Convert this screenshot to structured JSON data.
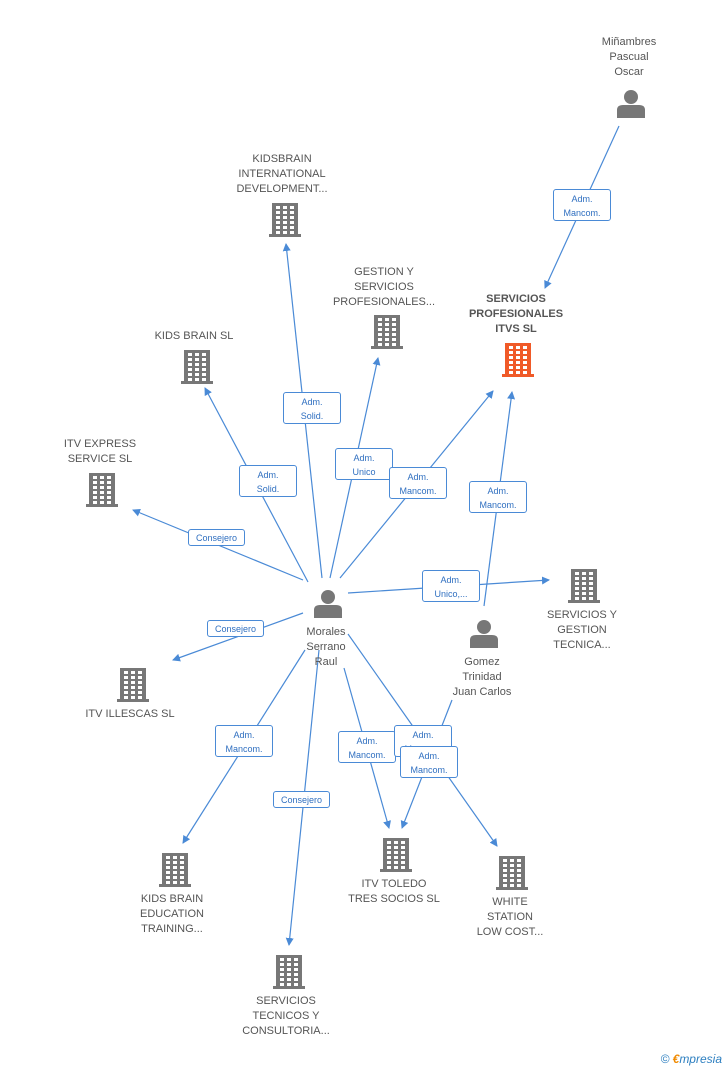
{
  "colors": {
    "edge": "#4a8ad6",
    "node": "#777777",
    "focus": "#f05a28"
  },
  "nodes": [
    {
      "id": "minambres",
      "type": "person",
      "label": "Miñambres\nPascual\nOscar"
    },
    {
      "id": "servicios_itvs",
      "type": "company",
      "label": "SERVICIOS\nPROFESIONALES\nITVS SL",
      "focus": true
    },
    {
      "id": "kidsbrain_intl",
      "type": "company",
      "label": "KIDSBRAIN\nINTERNATIONAL\nDEVELOPMENT..."
    },
    {
      "id": "gestion_servicios",
      "type": "company",
      "label": "GESTION Y\nSERVICIOS\nPROFESIONALES..."
    },
    {
      "id": "kids_brain_sl",
      "type": "company",
      "label": "KIDS BRAIN SL"
    },
    {
      "id": "itv_express",
      "type": "company",
      "label": "ITV EXPRESS\nSERVICE  SL"
    },
    {
      "id": "morales",
      "type": "person",
      "label": "Morales\nSerrano\nRaul"
    },
    {
      "id": "servicios_gestion",
      "type": "company",
      "label": "SERVICIOS Y\nGESTION\nTECNICA..."
    },
    {
      "id": "gomez",
      "type": "person",
      "label": "Gomez\nTrinidad\nJuan Carlos"
    },
    {
      "id": "itv_illescas",
      "type": "company",
      "label": "ITV ILLESCAS SL"
    },
    {
      "id": "kids_brain_edu",
      "type": "company",
      "label": "KIDS BRAIN\nEDUCATION\nTRAINING..."
    },
    {
      "id": "itv_toledo",
      "type": "company",
      "label": "ITV TOLEDO\nTRES SOCIOS SL"
    },
    {
      "id": "white_station",
      "type": "company",
      "label": "WHITE\nSTATION\nLOW COST..."
    },
    {
      "id": "servicios_tecnicos",
      "type": "company",
      "label": "SERVICIOS\nTECNICOS Y\nCONSULTORIA..."
    }
  ],
  "edges": [
    {
      "from": "minambres",
      "to": "servicios_itvs",
      "label": "Adm.\nMancom."
    },
    {
      "from": "morales",
      "to": "kidsbrain_intl",
      "label": "Adm.\nSolid."
    },
    {
      "from": "morales",
      "to": "gestion_servicios",
      "label": "Adm.\nUnico"
    },
    {
      "from": "morales",
      "to": "kids_brain_sl",
      "label": "Adm.\nSolid."
    },
    {
      "from": "morales",
      "to": "itv_express",
      "label": "Consejero"
    },
    {
      "from": "morales",
      "to": "servicios_itvs",
      "label": "Adm.\nMancom."
    },
    {
      "from": "gomez",
      "to": "servicios_itvs",
      "label": "Adm.\nMancom."
    },
    {
      "from": "morales",
      "to": "servicios_gestion",
      "label": "Adm.\nUnico,..."
    },
    {
      "from": "morales",
      "to": "itv_illescas",
      "label": "Consejero"
    },
    {
      "from": "morales",
      "to": "kids_brain_edu",
      "label": "Adm.\nMancom."
    },
    {
      "from": "morales",
      "to": "servicios_tecnicos",
      "label": "Consejero"
    },
    {
      "from": "morales",
      "to": "itv_toledo",
      "label": "Adm.\nMancom."
    },
    {
      "from": "gomez",
      "to": "itv_toledo",
      "label": "Adm.\nMancom."
    },
    {
      "from": "morales",
      "to": "white_station",
      "label": "Adm.\nMancom."
    }
  ],
  "footer": {
    "copyright": "©",
    "brand_initial": "€",
    "brand_rest": "mpresia"
  }
}
